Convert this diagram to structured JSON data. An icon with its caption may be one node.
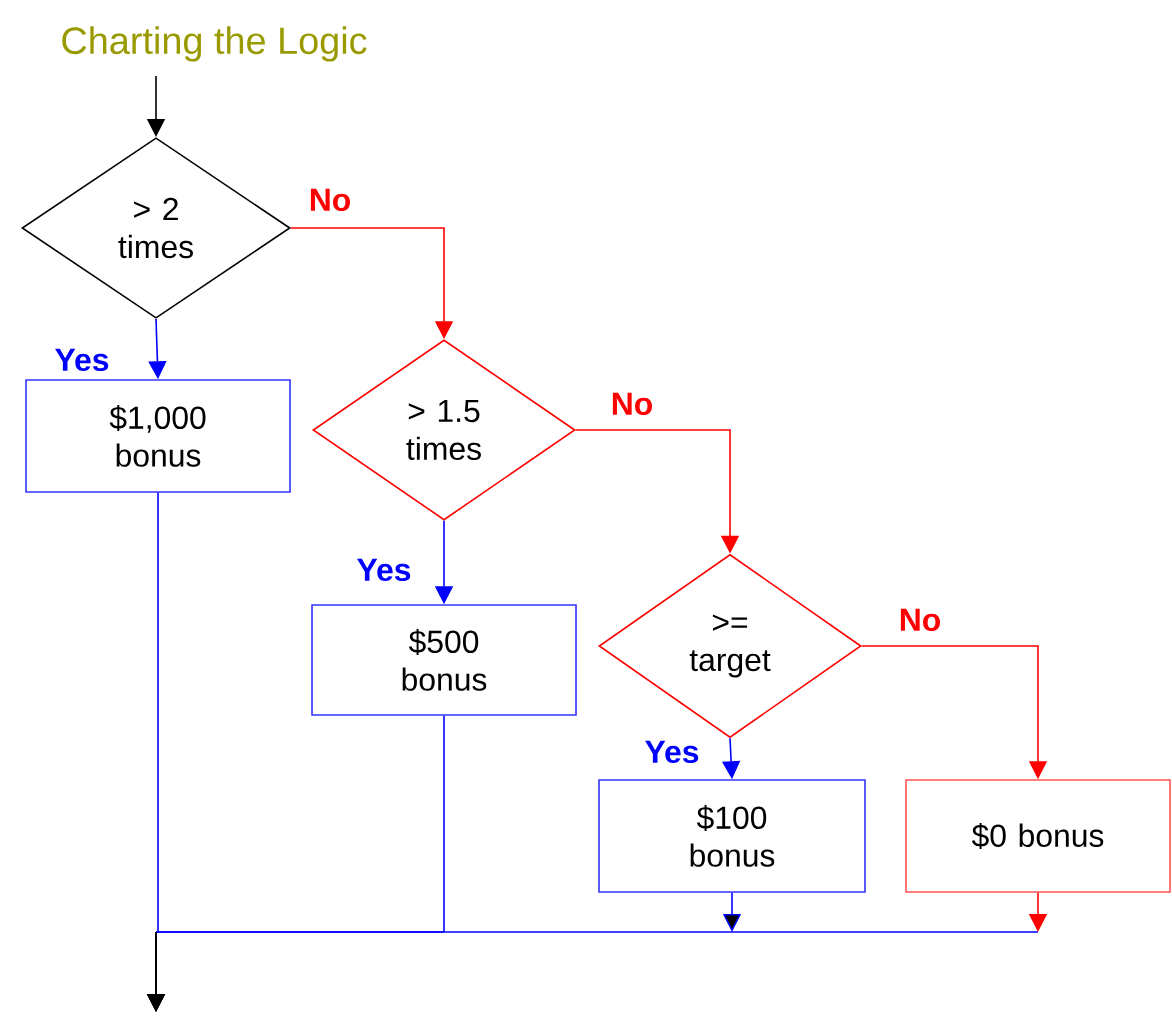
{
  "diagram": {
    "title": "Charting the Logic",
    "nodes": [
      {
        "text": [
          "> 2 times"
        ]
      },
      {
        "text": [
          "$1,000 bonus"
        ]
      },
      {
        "text": [
          "> 1.5 times"
        ]
      },
      {
        "text": [
          "$500 bonus"
        ]
      },
      {
        "text": [
          ">= target"
        ]
      },
      {
        "text": [
          "$100 bonus"
        ]
      },
      {
        "text": [
          "$0 bonus"
        ]
      }
    ],
    "edges": [
      {
        "from": null,
        "to": 0,
        "arrow": "to",
        "color": "#000000"
      },
      {
        "from": 0,
        "to": 1,
        "arrow": "to",
        "label": "Yes"
      },
      {
        "from": 0,
        "to": 2,
        "arrow": "to",
        "label": "No",
        "color": "#ff0000"
      },
      {
        "from": 2,
        "to": 3,
        "arrow": "to",
        "label": "Yes"
      },
      {
        "from": 2,
        "to": 4,
        "arrow": "to",
        "label": "No",
        "color": "#ff0000"
      },
      {
        "from": 4,
        "to": 5,
        "arrow": "to",
        "label": "Yes"
      },
      {
        "from": 4,
        "to": 6,
        "arrow": "to",
        "label": "No",
        "color": "#ff0000"
      },
      {
        "from": 1,
        "to": null,
        "arrow": "to"
      },
      {
        "from": 3,
        "to": null,
        "arrow": "to"
      },
      {
        "from": 5,
        "to": null,
        "arrow": "to"
      },
      {
        "from": 6,
        "to": null,
        "arrow": "to",
        "color": "#ff0000"
      }
    ]
  }
}
